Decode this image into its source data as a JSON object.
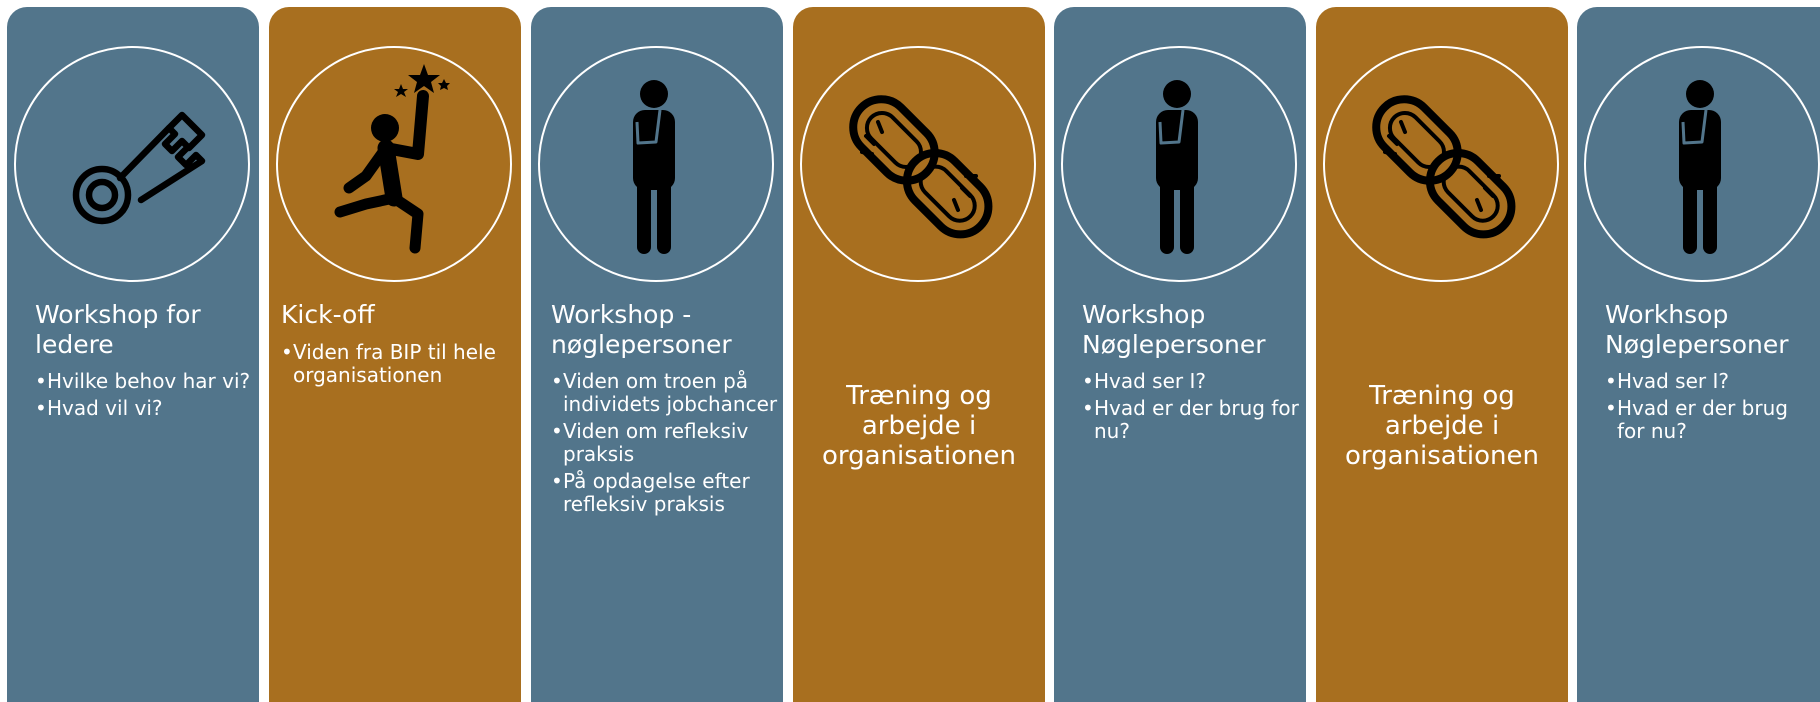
{
  "columns": [
    {
      "title": "Workshop for ledere",
      "bullets": [
        "Hvilke behov har vi?",
        "Hvad vil vi?"
      ],
      "icon": "key-icon"
    },
    {
      "title": "Kick-off",
      "bullets": [
        "Viden fra BIP til hele organisationen"
      ],
      "icon": "reaching-star-icon"
    },
    {
      "title": "Workshop - nøglepersoner",
      "bullets": [
        "Viden om troen på individets jobchancer",
        "Viden om refleksiv praksis",
        "På opdagelse efter refleksiv praksis"
      ],
      "icon": "thinking-person-icon"
    },
    {
      "center_text": "Træning og arbejde i organisationen",
      "icon": "broken-chain-icon"
    },
    {
      "title": "Workshop Nøglepersoner",
      "bullets": [
        "Hvad ser I?",
        "Hvad er der brug for nu?"
      ],
      "icon": "thinking-person-icon"
    },
    {
      "center_text": "Træning og arbejde i organisationen",
      "icon": "broken-chain-icon"
    },
    {
      "title": "Workhsop Nøglepersoner",
      "bullets": [
        "Hvad ser I?",
        "Hvad er der brug for nu?"
      ],
      "icon": "thinking-person-icon"
    }
  ],
  "colors": {
    "blue": "#52758b",
    "orange": "#a86f1f"
  }
}
